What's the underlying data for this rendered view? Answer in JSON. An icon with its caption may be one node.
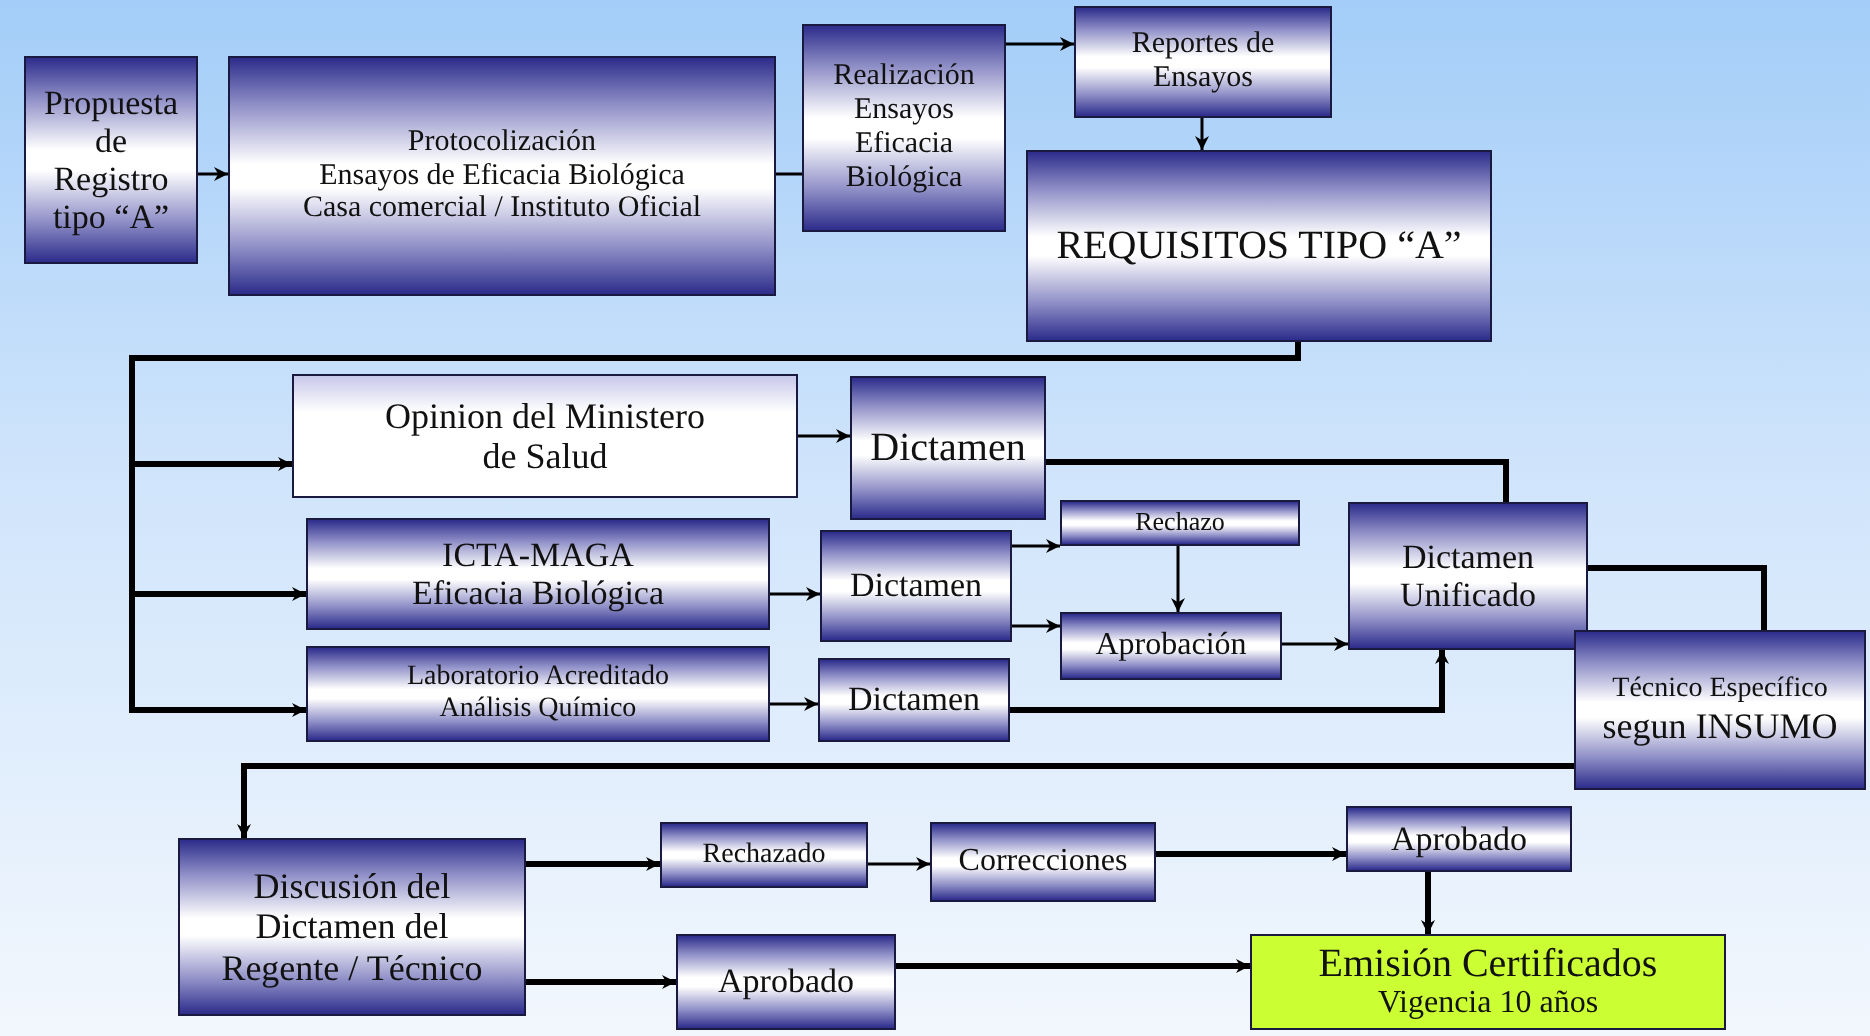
{
  "diagram": {
    "nodes": [
      {
        "text": [
          "Propuesta de Registro tipo “A”"
        ]
      },
      {
        "text": [
          "Protocolización",
          "Ensayos de Eficacia Biológica",
          "Casa comercial / Instituto Oficial"
        ]
      },
      {
        "text": [
          "Realización Ensayos Eficacia Biológica"
        ]
      },
      {
        "text": [
          "Reportes de Ensayos"
        ]
      },
      {
        "text": [
          "REQUISITOS TIPO “A”"
        ]
      },
      {
        "text": [
          "Opinion del Ministero de Salud"
        ]
      },
      {
        "text": [
          "Dictamen"
        ]
      },
      {
        "text": [
          "ICTA-MAGA",
          "Eficacia Biológica"
        ]
      },
      {
        "text": [
          "Dictamen"
        ]
      },
      {
        "text": [
          "Rechazo"
        ]
      },
      {
        "text": [
          "Aprobación"
        ]
      },
      {
        "text": [
          "Dictamen Unificado"
        ]
      },
      {
        "text": [
          "Laboratorio Acreditado",
          "Análisis Químico"
        ]
      },
      {
        "text": [
          "Dictamen"
        ]
      },
      {
        "text": [
          "Técnico Específico",
          "segun INSUMO"
        ]
      },
      {
        "text": [
          "Discusión del Dictamen del Regente / Técnico"
        ]
      },
      {
        "text": [
          "Rechazado"
        ]
      },
      {
        "text": [
          "Correcciones"
        ]
      },
      {
        "text": [
          "Aprobado"
        ]
      },
      {
        "text": [
          "Aprobado"
        ]
      },
      {
        "text": [
          "Emisión Certificados",
          "Vigencia 10 años"
        ]
      }
    ],
    "edges": [
      {
        "from": 0,
        "to": 1,
        "arrow": "to"
      },
      {
        "from": 1,
        "to": 2,
        "arrow": "none"
      },
      {
        "from": 2,
        "to": 3,
        "arrow": "to"
      },
      {
        "from": 3,
        "to": 4,
        "arrow": "to"
      },
      {
        "from": 4,
        "to": 5,
        "arrow": "to",
        "style": "thick"
      },
      {
        "from": 4,
        "to": 7,
        "arrow": "to",
        "style": "thick"
      },
      {
        "from": 4,
        "to": 12,
        "arrow": "to",
        "style": "thick"
      },
      {
        "from": 5,
        "to": 6,
        "arrow": "to"
      },
      {
        "from": 7,
        "to": 8,
        "arrow": "to"
      },
      {
        "from": 12,
        "to": 13,
        "arrow": "to"
      },
      {
        "from": 6,
        "to": 11,
        "arrow": "none",
        "style": "thick"
      },
      {
        "from": 8,
        "to": 9,
        "arrow": "to"
      },
      {
        "from": 8,
        "to": 10,
        "arrow": "to"
      },
      {
        "from": 9,
        "to": 10,
        "arrow": "to"
      },
      {
        "from": 10,
        "to": 11,
        "arrow": "to"
      },
      {
        "from": 13,
        "to": 11,
        "arrow": "to",
        "style": "thick"
      },
      {
        "from": 11,
        "to": 14,
        "arrow": "none",
        "style": "thick"
      },
      {
        "from": 14,
        "to": 15,
        "arrow": "to",
        "style": "thick"
      },
      {
        "from": 15,
        "to": 16,
        "arrow": "to",
        "style": "thick"
      },
      {
        "from": 15,
        "to": 19,
        "arrow": "to",
        "style": "thick"
      },
      {
        "from": 16,
        "to": 17,
        "arrow": "to"
      },
      {
        "from": 17,
        "to": 18,
        "arrow": "to",
        "style": "thick"
      },
      {
        "from": 18,
        "to": 20,
        "arrow": "to",
        "style": "thick"
      },
      {
        "from": 19,
        "to": 20,
        "arrow": "to",
        "style": "thick"
      }
    ]
  }
}
